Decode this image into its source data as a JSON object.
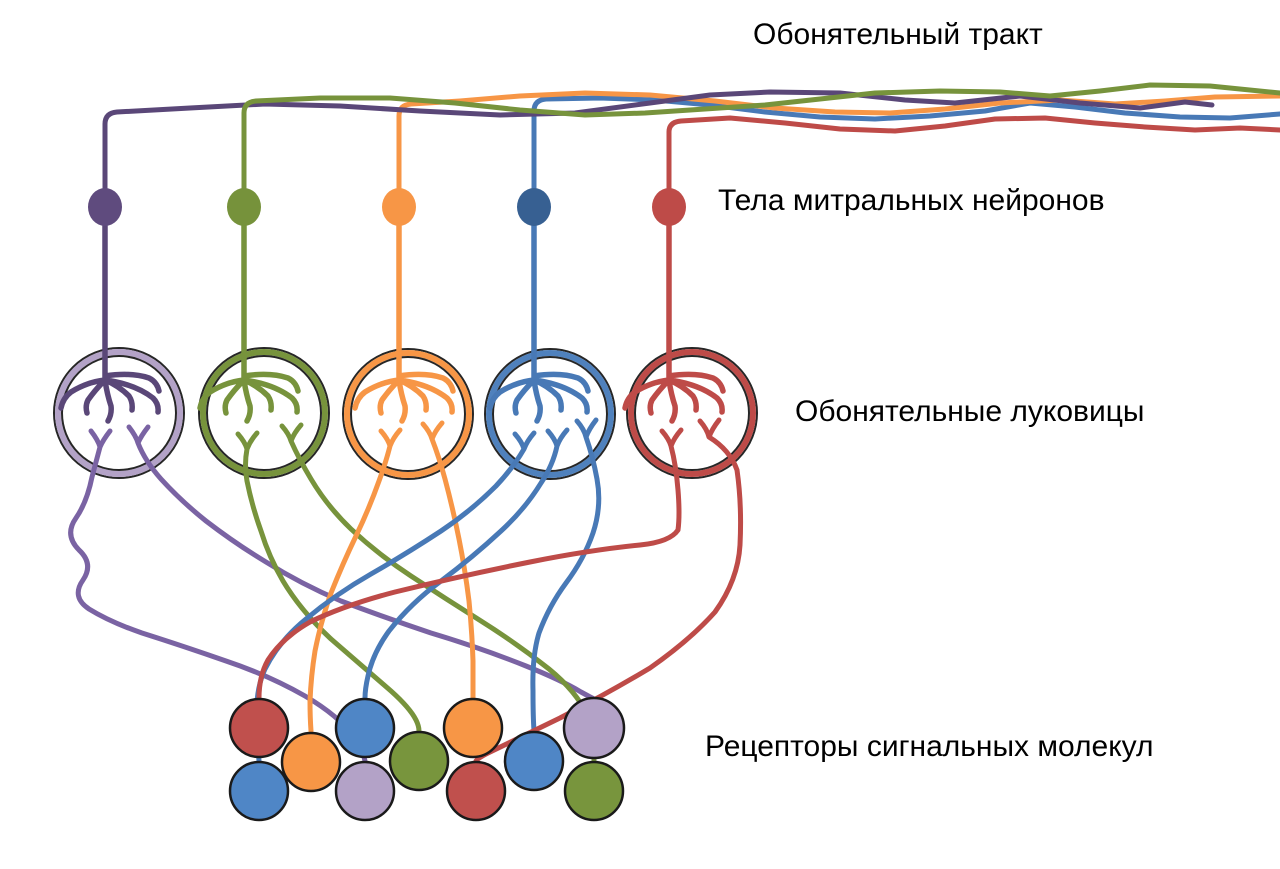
{
  "labels": {
    "olfactory_tract": "Обонятельный тракт",
    "mitral_bodies": "Тела митральных нейронов",
    "olfactory_bulbs": "Обонятельные луковицы",
    "receptors": "Рецепторы сигнальных молекул"
  },
  "palette": {
    "purple_dark": "#5A4778",
    "purple_mid": "#7A63A3",
    "lavender": "#B3A2C7",
    "green": "#77933C",
    "green_fill": "#78953D",
    "orange": "#F79646",
    "blue": "#4879B6",
    "blue_fill": "#4F86C6",
    "blue_dark": "#376092",
    "blue_ring": "#4F81BD",
    "red": "#BE4B48",
    "red_fill": "#C0504D",
    "ring_outline": "#262626",
    "receptor_outline": "#1A1A1A",
    "text": "#000000",
    "background": "#FFFFFF"
  },
  "diagram": {
    "tract_lines": [
      {
        "id": "tract-blue",
        "color": "#4879B6"
      },
      {
        "id": "tract-orange",
        "color": "#F79646"
      },
      {
        "id": "tract-purple",
        "color": "#5A4778"
      },
      {
        "id": "tract-red",
        "color": "#BE4B48"
      },
      {
        "id": "tract-green",
        "color": "#77933C"
      }
    ],
    "mitral_neurons": [
      {
        "id": "mitral-purple",
        "color": "#5F4B7E"
      },
      {
        "id": "mitral-green",
        "color": "#76923B"
      },
      {
        "id": "mitral-orange",
        "color": "#F79646"
      },
      {
        "id": "mitral-blue",
        "color": "#376092"
      },
      {
        "id": "mitral-red",
        "color": "#BE4B48"
      }
    ],
    "bulbs": [
      {
        "id": "bulb-1",
        "ring_color": "#B3A2C7",
        "tree_color": "#5A4778"
      },
      {
        "id": "bulb-2",
        "ring_color": "#77933C",
        "tree_color": "#77933C"
      },
      {
        "id": "bulb-3",
        "ring_color": "#F79646",
        "tree_color": "#F79646"
      },
      {
        "id": "bulb-4",
        "ring_color": "#4F81BD",
        "tree_color": "#4879B6"
      },
      {
        "id": "bulb-5",
        "ring_color": "#BE4B48",
        "tree_color": "#BE4B48"
      }
    ],
    "receptors": [
      {
        "id": "receptor-1",
        "color": "#C0504D"
      },
      {
        "id": "receptor-2",
        "color": "#4F86C6"
      },
      {
        "id": "receptor-3",
        "color": "#F79646"
      },
      {
        "id": "receptor-4",
        "color": "#4F86C6"
      },
      {
        "id": "receptor-5",
        "color": "#B3A2C7"
      },
      {
        "id": "receptor-6",
        "color": "#78953D"
      },
      {
        "id": "receptor-7",
        "color": "#F79646"
      },
      {
        "id": "receptor-8",
        "color": "#C0504D"
      },
      {
        "id": "receptor-9",
        "color": "#4F86C6"
      },
      {
        "id": "receptor-10",
        "color": "#B3A2C7"
      },
      {
        "id": "receptor-11",
        "color": "#78953D"
      }
    ],
    "connections": [
      {
        "from": "bulb-1",
        "to": "receptor-5",
        "color": "#7A63A3"
      },
      {
        "from": "bulb-1",
        "to": "receptor-10",
        "color": "#7A63A3"
      },
      {
        "from": "bulb-2",
        "to": "receptor-6",
        "color": "#77933C"
      },
      {
        "from": "bulb-2",
        "to": "receptor-11",
        "color": "#77933C"
      },
      {
        "from": "bulb-3",
        "to": "receptor-3",
        "color": "#F79646"
      },
      {
        "from": "bulb-3",
        "to": "receptor-7",
        "color": "#F79646"
      },
      {
        "from": "bulb-4",
        "to": "receptor-2",
        "color": "#4879B6"
      },
      {
        "from": "bulb-4",
        "to": "receptor-4",
        "color": "#4879B6"
      },
      {
        "from": "bulb-4",
        "to": "receptor-9",
        "color": "#4879B6"
      },
      {
        "from": "bulb-5",
        "to": "receptor-1",
        "color": "#BE4B48"
      },
      {
        "from": "bulb-5",
        "to": "receptor-8",
        "color": "#BE4B48"
      }
    ]
  }
}
